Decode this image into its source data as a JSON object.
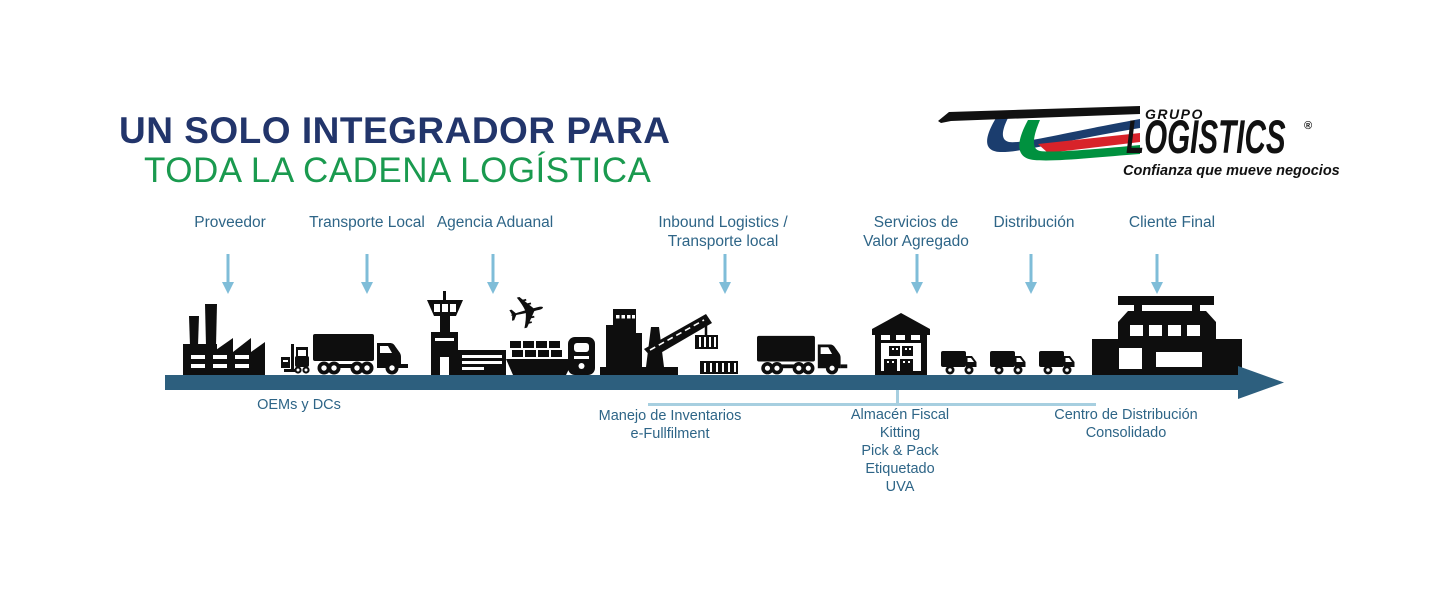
{
  "title": {
    "line1": "UN SOLO INTEGRADOR PARA",
    "line2": "TODA LA CADENA LOGÍSTICA"
  },
  "logo": {
    "grupo": "GRUPO",
    "name": "LOGISTICS",
    "registered": "®",
    "tagline": "Confianza que mueve negocios"
  },
  "stages": [
    {
      "label": "Proveedor",
      "icon": "factory-icon"
    },
    {
      "label": "Transporte Local",
      "icon": "semi-truck-icon"
    },
    {
      "label": "Agencia Aduanal",
      "icon": "airport-ship-train-icon"
    },
    {
      "label": "Inbound Logistics /\nTransporte local",
      "icon": "port-crane-icon"
    },
    {
      "label": "Servicios de\nValor Agregado",
      "icon": "warehouse-icon"
    },
    {
      "label": "Distribución",
      "icon": "delivery-van-icon"
    },
    {
      "label": "Cliente Final",
      "icon": "distribution-center-icon"
    }
  ],
  "annotations": {
    "oems": "OEMs y DCs",
    "manejo": "Manejo de Inventarios\ne-Fullfilment",
    "almacen": "Almacén Fiscal\nKitting\nPick & Pack\nEtiquetado\nUVA",
    "centro": "Centro de Distribución\nConsolidado"
  },
  "colors": {
    "title_navy": "#22356b",
    "title_green": "#1a9a4f",
    "label_blue": "#2e6587",
    "timeline_bar": "#2d5f7e",
    "light_arrow": "#7fbdd8",
    "bracket_line": "#a7cfe0",
    "icon_black": "#0e0e0e",
    "logo_navy": "#1b3d6e",
    "logo_green": "#00913f",
    "logo_red": "#d8232a"
  }
}
